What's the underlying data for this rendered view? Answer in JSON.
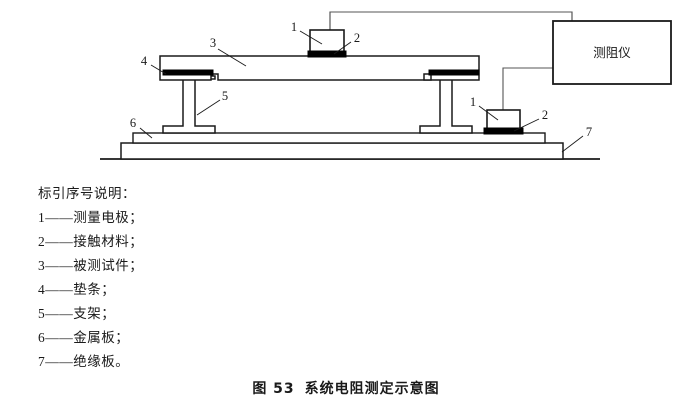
{
  "figure": {
    "instrument_label": "测阻仪",
    "callouts": [
      {
        "id": "c3",
        "text": "3"
      },
      {
        "id": "c4",
        "text": "4"
      },
      {
        "id": "c5",
        "text": "5"
      },
      {
        "id": "c6",
        "text": "6"
      },
      {
        "id": "c7",
        "text": "7"
      },
      {
        "id": "c1a",
        "text": "1"
      },
      {
        "id": "c2a",
        "text": "2"
      },
      {
        "id": "c1b",
        "text": "1"
      },
      {
        "id": "c2b",
        "text": "2"
      }
    ],
    "colors": {
      "line": "#1a1a1a",
      "wire": "#555555",
      "fill": "#ffffff",
      "contact": "#000000",
      "background": "#ffffff"
    }
  },
  "legend": {
    "title": "标引序号说明：",
    "items": [
      {
        "num": "1",
        "dash": "——",
        "text": "测量电极；"
      },
      {
        "num": "2",
        "dash": "——",
        "text": "接触材料；"
      },
      {
        "num": "3",
        "dash": "——",
        "text": "被测试件；"
      },
      {
        "num": "4",
        "dash": "——",
        "text": "垫条；"
      },
      {
        "num": "5",
        "dash": "——",
        "text": "支架；"
      },
      {
        "num": "6",
        "dash": "——",
        "text": "金属板；"
      },
      {
        "num": "7",
        "dash": "——",
        "text": "绝缘板。"
      }
    ]
  },
  "caption": {
    "number": "图 53",
    "title": "系统电阻测定示意图"
  }
}
